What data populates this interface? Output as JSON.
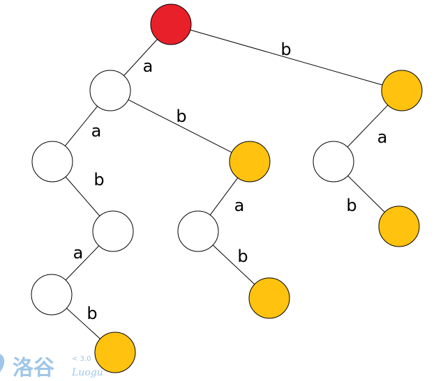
{
  "colors": {
    "root": "#e8202a",
    "terminal": "#ffc20e",
    "plain": "#ffffff",
    "stroke": "#000000",
    "watermark": "#9fc6e8"
  },
  "nodes": [
    {
      "id": "root",
      "kind": "root"
    },
    {
      "id": "n-a",
      "kind": "plain"
    },
    {
      "id": "n-b",
      "kind": "terminal"
    },
    {
      "id": "n-aa",
      "kind": "plain"
    },
    {
      "id": "n-ab",
      "kind": "terminal"
    },
    {
      "id": "n-ba",
      "kind": "plain"
    },
    {
      "id": "n-aab",
      "kind": "plain"
    },
    {
      "id": "n-aba",
      "kind": "plain"
    },
    {
      "id": "n-bab",
      "kind": "terminal"
    },
    {
      "id": "n-aaba",
      "kind": "plain"
    },
    {
      "id": "n-abab",
      "kind": "terminal"
    },
    {
      "id": "n-aabab",
      "kind": "terminal"
    }
  ],
  "edges": [
    {
      "from": "root",
      "to": "n-a",
      "label": "a"
    },
    {
      "from": "root",
      "to": "n-b",
      "label": "b"
    },
    {
      "from": "n-a",
      "to": "n-aa",
      "label": "a"
    },
    {
      "from": "n-a",
      "to": "n-ab",
      "label": "b"
    },
    {
      "from": "n-b",
      "to": "n-ba",
      "label": "a"
    },
    {
      "from": "n-aa",
      "to": "n-aab",
      "label": "b"
    },
    {
      "from": "n-ab",
      "to": "n-aba",
      "label": "a"
    },
    {
      "from": "n-ba",
      "to": "n-bab",
      "label": "b"
    },
    {
      "from": "n-aab",
      "to": "n-aaba",
      "label": "a"
    },
    {
      "from": "n-aba",
      "to": "n-abab",
      "label": "b"
    },
    {
      "from": "n-aaba",
      "to": "n-aabab",
      "label": "b"
    }
  ],
  "watermark": {
    "glyphs": "洛谷",
    "version": "< 3.0",
    "name": "Luogu"
  }
}
